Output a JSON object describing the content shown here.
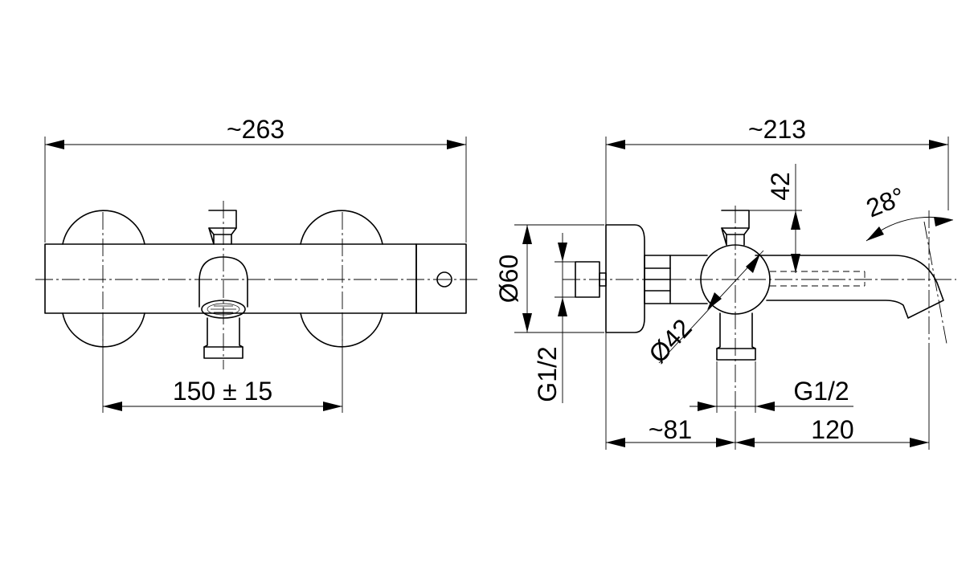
{
  "dimensions": {
    "front_overall_width": "~263",
    "front_center_distance": "150 ± 15",
    "side_overall_depth": "~213",
    "side_body_diameter": "Ø60",
    "side_inlet_thread_left": "G1/2",
    "side_handle_height": "42",
    "side_spout_angle": "28°",
    "side_knob_diameter": "Ø42",
    "side_outlet_thread": "G1/2",
    "side_wall_to_axis": "~81",
    "side_axis_to_spout": "120"
  }
}
